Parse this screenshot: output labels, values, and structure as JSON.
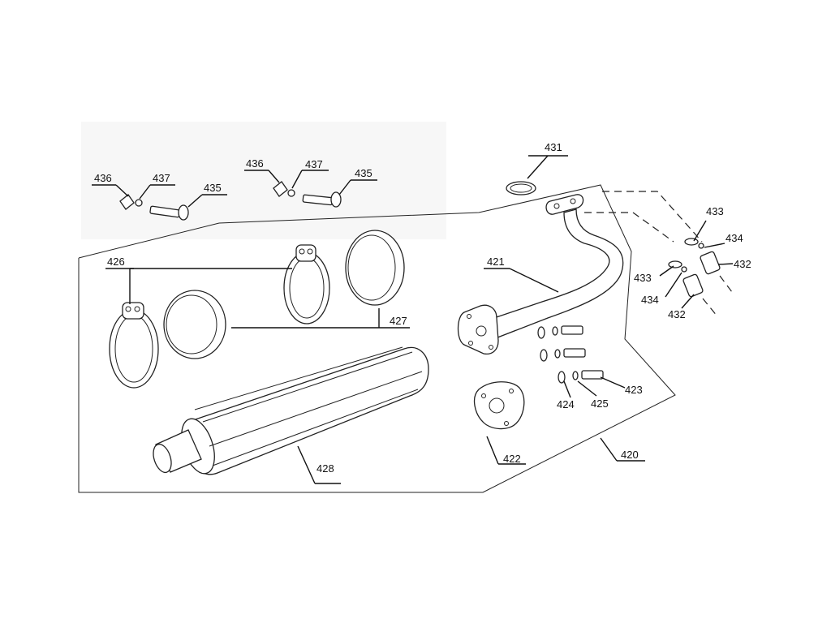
{
  "labels": {
    "p420": "420",
    "p421": "421",
    "p422": "422",
    "p423": "423",
    "p424": "424",
    "p425": "425",
    "p426": "426",
    "p427": "427",
    "p428": "428",
    "p431": "431",
    "p432a": "432",
    "p432b": "432",
    "p433a": "433",
    "p433b": "433",
    "p434a": "434",
    "p434b": "434",
    "p435a": "435",
    "p435b": "435",
    "p436a": "436",
    "p436b": "436",
    "p437a": "437",
    "p437b": "437"
  }
}
